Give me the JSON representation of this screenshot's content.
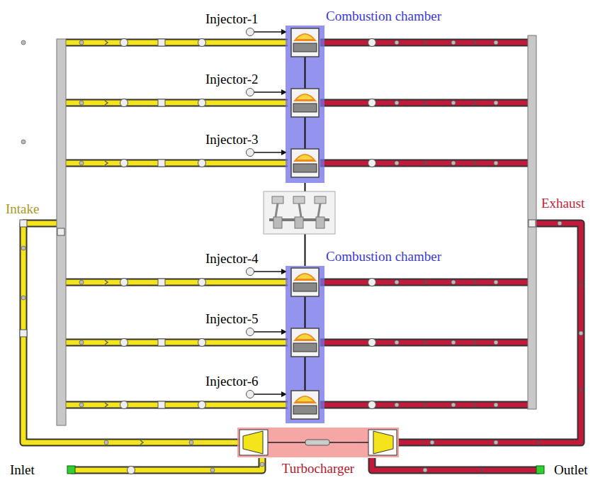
{
  "diagram": {
    "nodes": [
      {
        "text": [
          "Combustion chamber"
        ]
      },
      {
        "text": [
          "Combustion chamber"
        ]
      },
      {
        "text": [
          "Turbocharger"
        ]
      }
    ],
    "edges": [
      {
        "from": 0,
        "to": 1,
        "arrow": "none"
      }
    ],
    "labels": [
      "Injector-1",
      "Injector-2",
      "Injector-3",
      "Injector-4",
      "Injector-5",
      "Injector-6",
      "Intake",
      "Exhaust",
      "Inlet",
      "Outlet"
    ]
  }
}
